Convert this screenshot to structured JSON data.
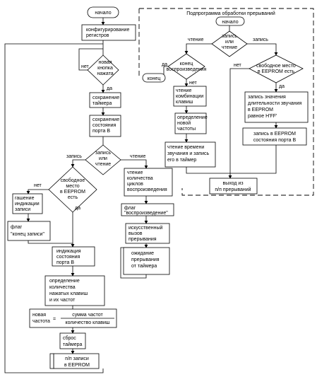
{
  "main": {
    "start": "начало",
    "config": [
      "конфигурирование",
      "регистров"
    ],
    "new_key_q": [
      "новая",
      "кнопка",
      "нажата"
    ],
    "new_key_no": "нет",
    "new_key_yes": "да",
    "save_timer": [
      "сохранение",
      "таймера"
    ],
    "save_portb": [
      "сохранение",
      "состояния",
      "порта В"
    ],
    "mode_q": [
      "запись",
      "или",
      "чтение"
    ],
    "mode_write": "запись",
    "mode_read": "чтение",
    "free_q": [
      "свободное",
      "место",
      "в EEPROM",
      "есть"
    ],
    "free_no": "нет",
    "free_yes": "да",
    "blank_ind": [
      "гашение",
      "индикации",
      "записи"
    ],
    "flag_end": [
      "флаг",
      "\"конец записи\""
    ],
    "read_count": [
      "чтение",
      "количества",
      "циклов",
      "воспроизведения"
    ],
    "flag_play": [
      "флаг",
      "\"воспроизведение\""
    ],
    "art_call": [
      "искусственный",
      "вызов",
      "прерывания"
    ],
    "wait_int": [
      "ожидание",
      "прерывания",
      "от таймера"
    ],
    "ind_portb": [
      "индикация",
      "состояния",
      "порта В"
    ],
    "det_count": [
      "определение",
      "количества",
      "нажатых клавиш",
      "и их частот"
    ],
    "formula_left": [
      "новая",
      "частота"
    ],
    "formula_eq": "=",
    "formula_num": "сумма частот",
    "formula_den": "количество клавиш",
    "reset_timer": [
      "сброс",
      "таймера"
    ],
    "eeprom_write": [
      "п/п записи",
      "в EEPROM"
    ]
  },
  "isr": {
    "title": "Подпрограмма обработки прерываний",
    "start": "начало",
    "mode_q": [
      "запись",
      "или",
      "чтение"
    ],
    "mode_read": "чтение",
    "mode_write": "запись",
    "end_play_q": [
      "конец",
      "воспроизведения"
    ],
    "end_play_yes": "да",
    "end_play_no": "нет",
    "end": "конец",
    "read_combo": [
      "чтение",
      "комбинации",
      "клавиш"
    ],
    "det_freq": [
      "определение",
      "новой",
      "частоты"
    ],
    "read_time": [
      "чтение времени",
      "звучания и запись",
      "его в таймер"
    ],
    "free_q": [
      "свободное место",
      "в EEPROM есть"
    ],
    "free_no": "нет",
    "free_yes": "да",
    "write_dur": [
      "запись значения",
      "длительности звучания",
      "в EEPROM",
      "равное H'FF'"
    ],
    "write_portb": [
      "запись в EEPROM",
      "состояния порта В"
    ],
    "exit": [
      "выход из",
      "п/п прерываний"
    ]
  }
}
